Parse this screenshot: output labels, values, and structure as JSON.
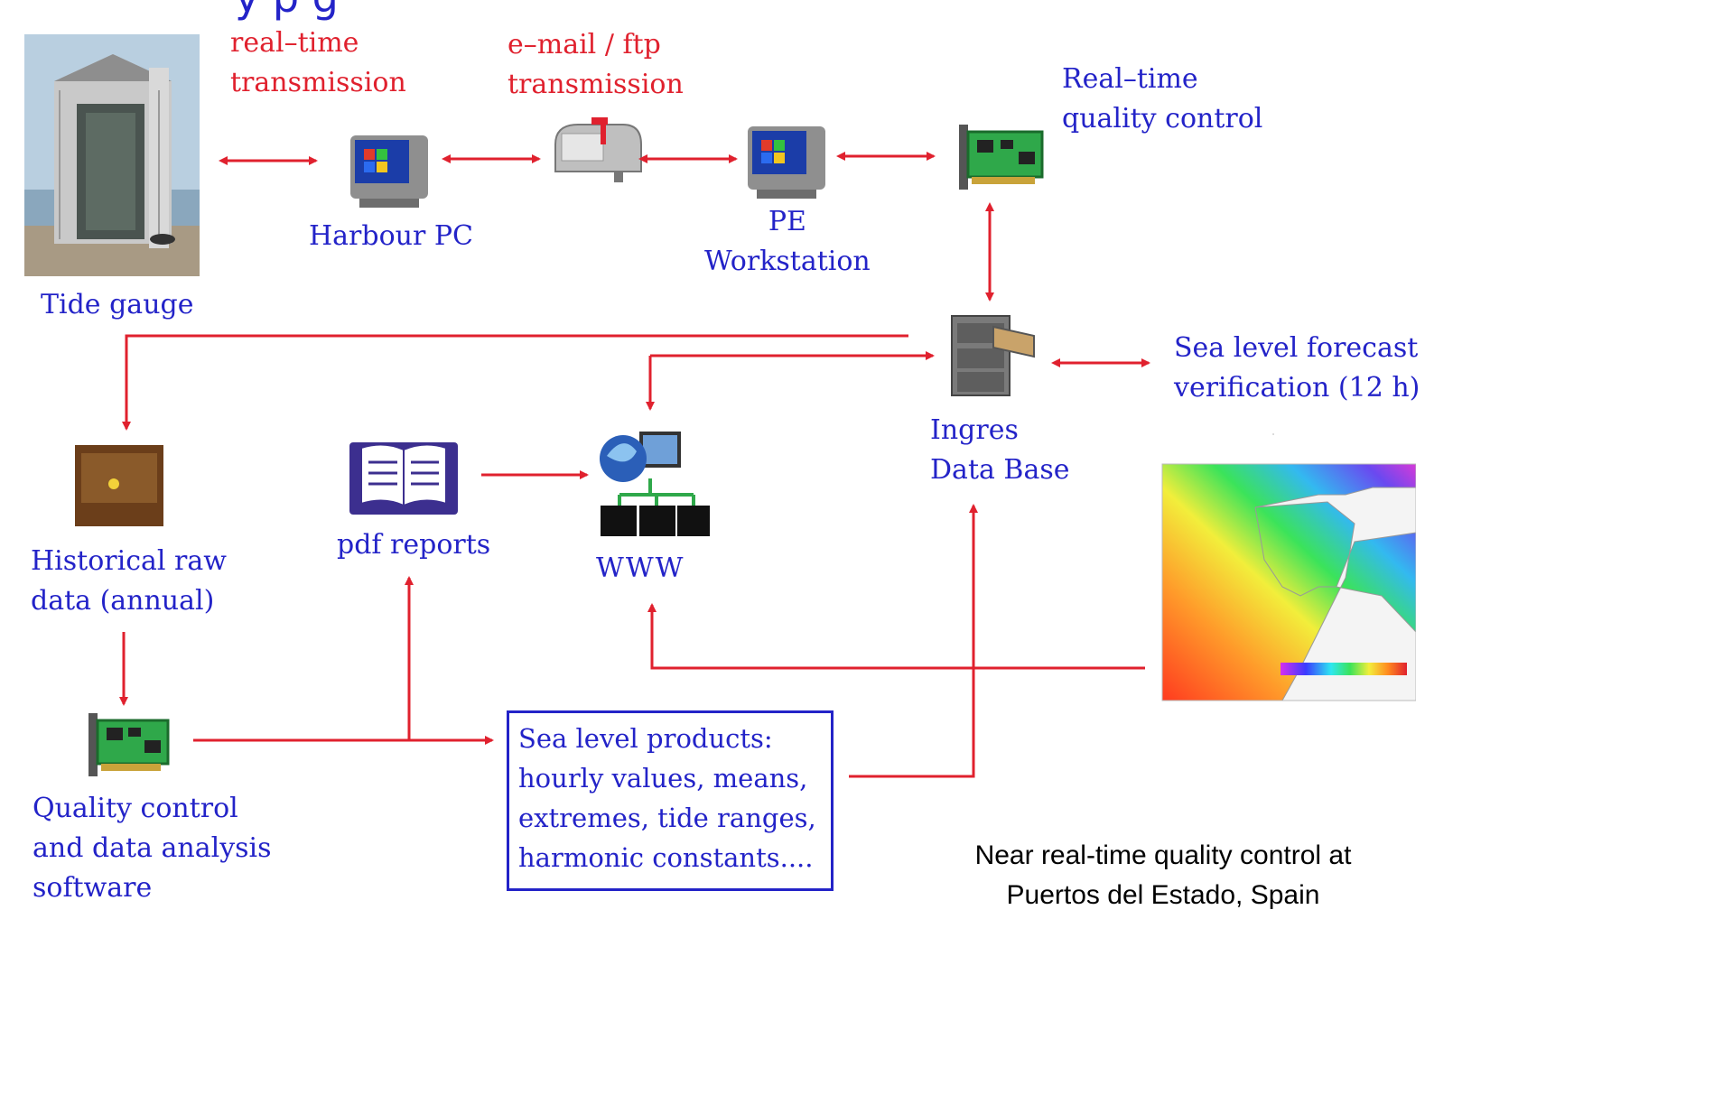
{
  "title_fragment": "y                                    p       g",
  "labels": {
    "rt_transmission": [
      "real–time",
      "transmission"
    ],
    "email_ftp": [
      "e–mail / ftp",
      "transmission"
    ],
    "rt_qc": [
      "Real–time",
      "quality control"
    ],
    "harbour_pc": "Harbour PC",
    "pe_workstation": [
      "PE",
      "Workstation"
    ],
    "tide_gauge": "Tide gauge",
    "forecast": [
      "Sea level forecast",
      "verification (12 h)"
    ],
    "ingres": [
      "Ingres",
      "Data Base"
    ],
    "historical": [
      "Historical raw",
      "data (annual)"
    ],
    "pdf": "pdf reports",
    "www": "WWW",
    "qc_software": [
      "Quality control",
      "and data analysis",
      "software"
    ]
  },
  "products_box": [
    "Sea level products:",
    "hourly values, means,",
    "extremes, tide ranges,",
    "harmonic constants...."
  ],
  "caption": [
    "Near real-time quality control at",
    "Puertos del Estado, Spain"
  ],
  "colors": {
    "arrow": "#e0212e",
    "label_blue": "#2323c8",
    "label_red": "#e0212e"
  }
}
